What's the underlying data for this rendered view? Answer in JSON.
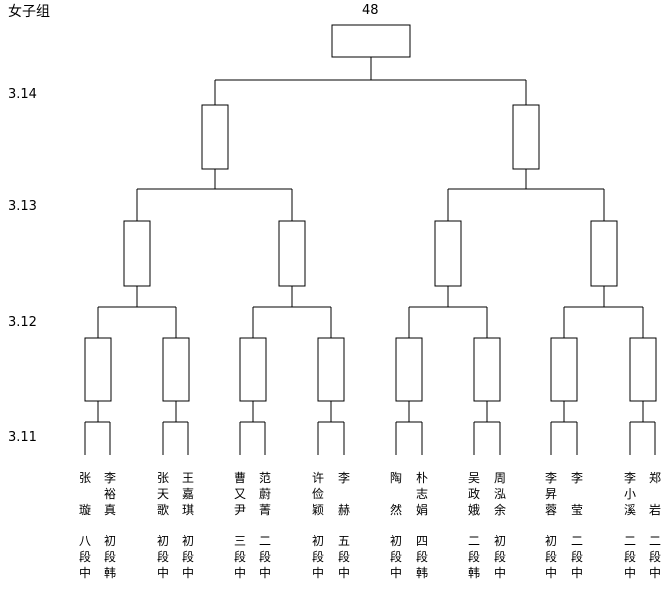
{
  "title": "女子组",
  "top_number": "48",
  "dates": [
    "3.14",
    "3.13",
    "3.12",
    "3.11"
  ],
  "players": [
    {
      "name": "张　璇",
      "rank": "八段",
      "country": "中"
    },
    {
      "name": "李裕真",
      "rank": "初段",
      "country": "韩"
    },
    {
      "name": "张天歌",
      "rank": "初段",
      "country": "中"
    },
    {
      "name": "王嘉琪",
      "rank": "初段",
      "country": "中"
    },
    {
      "name": "曹又尹",
      "rank": "三段",
      "country": "中"
    },
    {
      "name": "范蔚菁",
      "rank": "二段",
      "country": "中"
    },
    {
      "name": "许俭颖",
      "rank": "初段",
      "country": "中"
    },
    {
      "name": "李　赫",
      "rank": "五段",
      "country": "中"
    },
    {
      "name": "陶　然",
      "rank": "初段",
      "country": "中"
    },
    {
      "name": "朴志娟",
      "rank": "四段",
      "country": "韩"
    },
    {
      "name": "吴政娥",
      "rank": "二段",
      "country": "韩"
    },
    {
      "name": "周泓余",
      "rank": "初段",
      "country": "中"
    },
    {
      "name": "李昇蓉",
      "rank": "初段",
      "country": "中"
    },
    {
      "name": "李　莹",
      "rank": "二段",
      "country": "中"
    },
    {
      "name": "李小溪",
      "rank": "二段",
      "country": "中"
    },
    {
      "name": "郑　岩",
      "rank": "二段",
      "country": "中"
    }
  ]
}
